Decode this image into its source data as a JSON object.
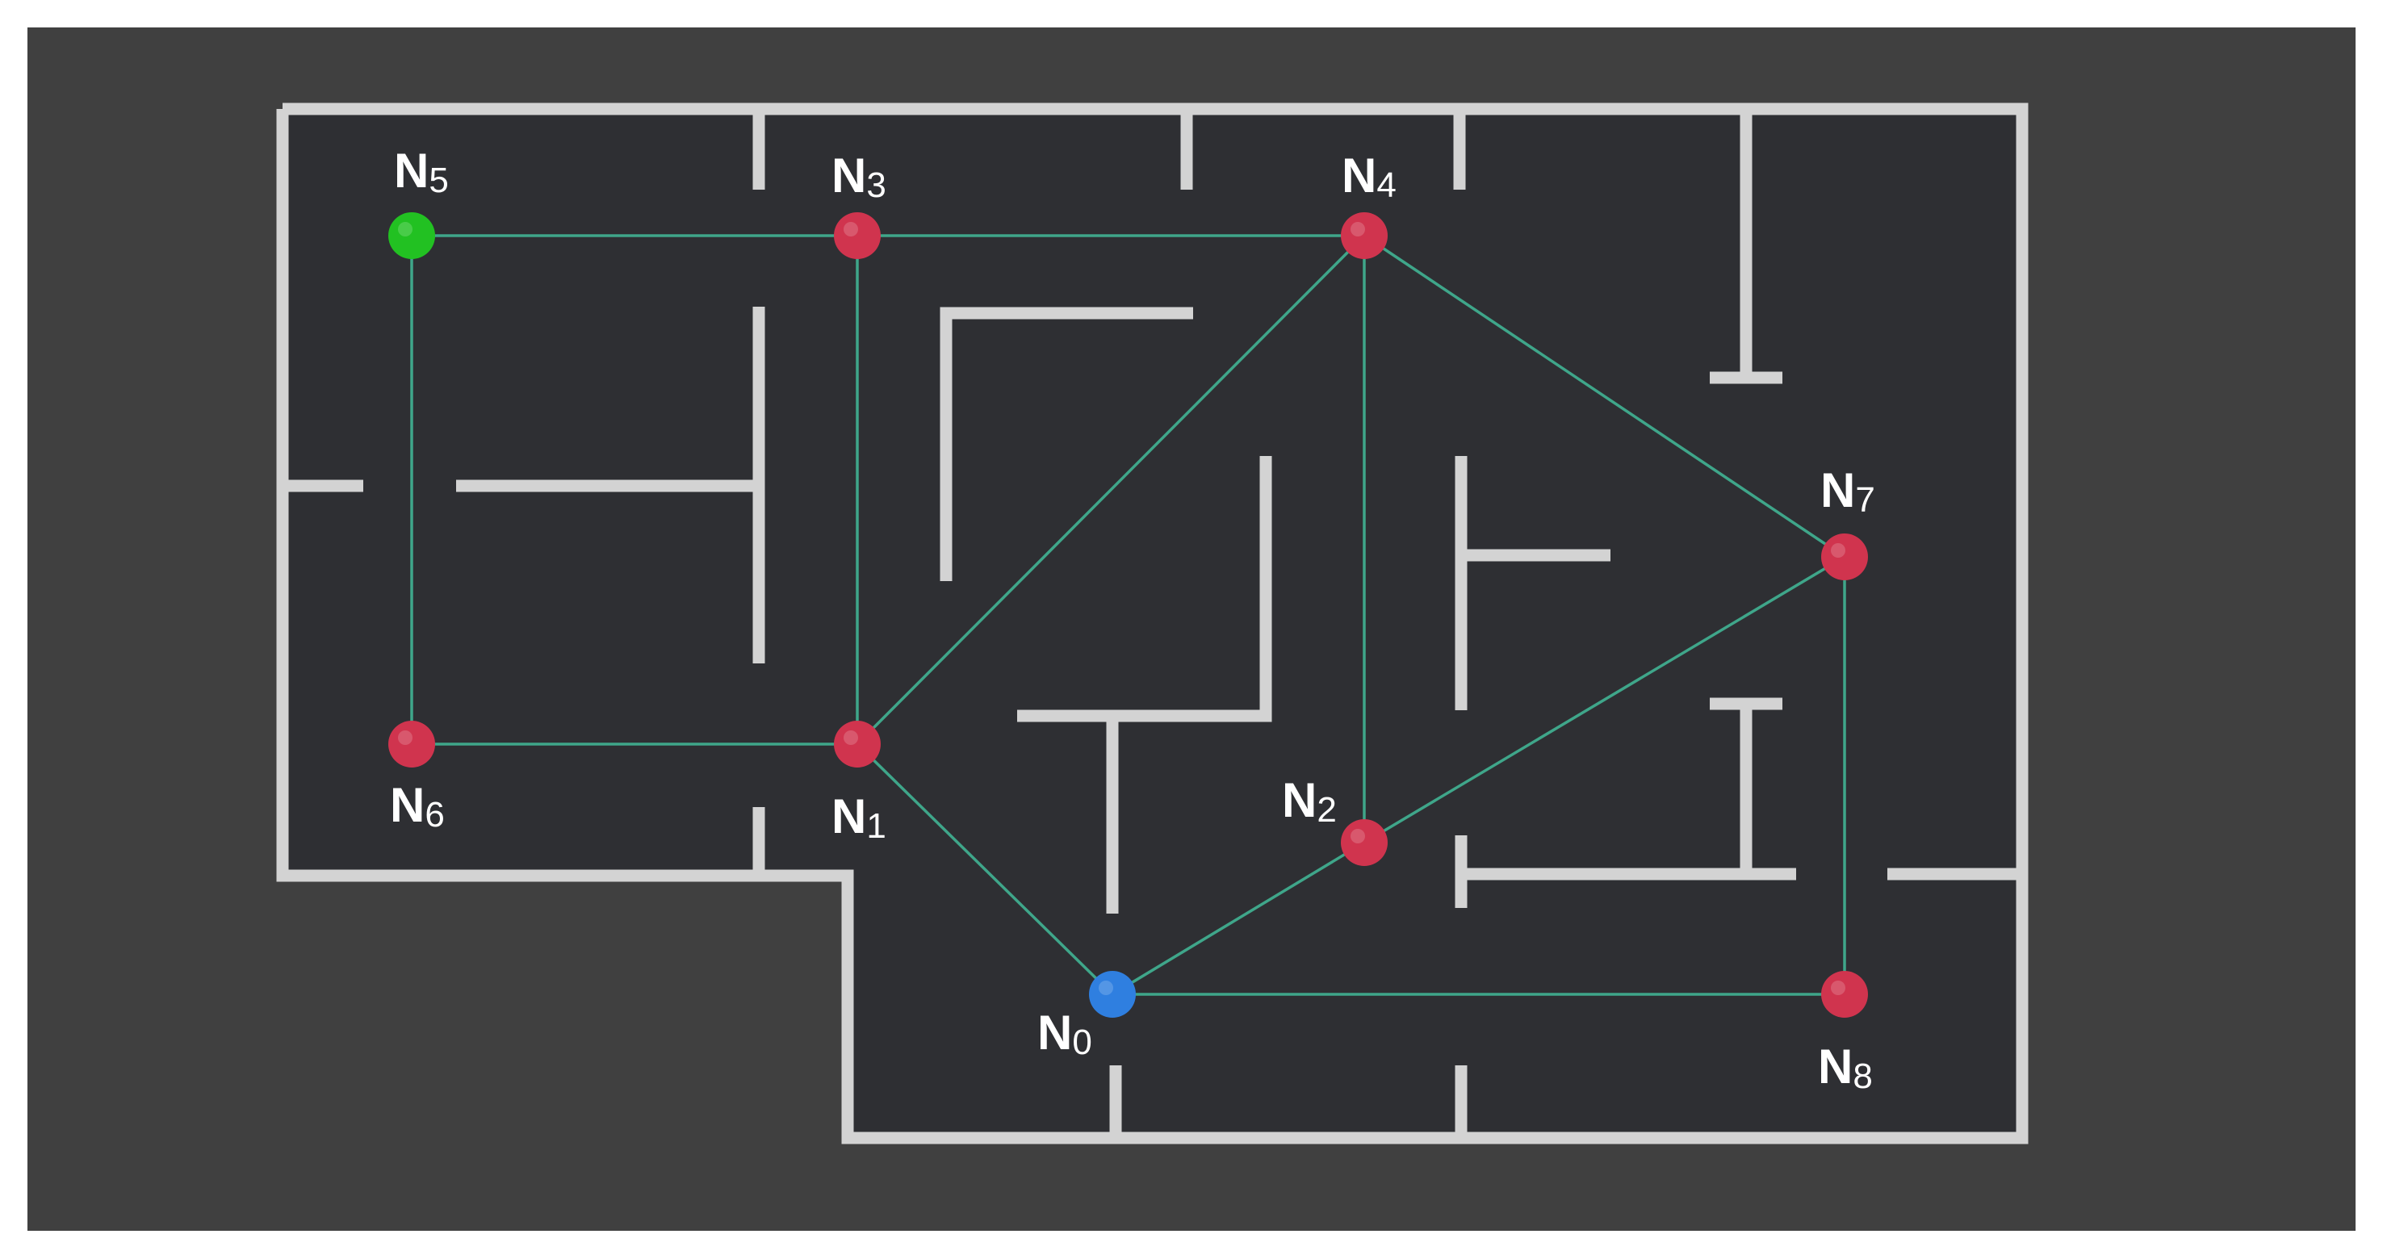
{
  "colors": {
    "page_background": "#ffffff",
    "outer_panel": "#404040",
    "floor": "#2e2f33",
    "wall": "#d3d3d3",
    "edge": "#3fa68a",
    "node_default": "#d0344e",
    "node_start": "#2f7fe0",
    "node_goal": "#22c122",
    "label": "#ffffff"
  },
  "nodes": [
    {
      "id": "n0",
      "label_main": "N",
      "label_sub": "0",
      "role": "start"
    },
    {
      "id": "n1",
      "label_main": "N",
      "label_sub": "1",
      "role": "waypoint"
    },
    {
      "id": "n2",
      "label_main": "N",
      "label_sub": "2",
      "role": "waypoint"
    },
    {
      "id": "n3",
      "label_main": "N",
      "label_sub": "3",
      "role": "waypoint"
    },
    {
      "id": "n4",
      "label_main": "N",
      "label_sub": "4",
      "role": "waypoint"
    },
    {
      "id": "n5",
      "label_main": "N",
      "label_sub": "5",
      "role": "goal"
    },
    {
      "id": "n6",
      "label_main": "N",
      "label_sub": "6",
      "role": "waypoint"
    },
    {
      "id": "n7",
      "label_main": "N",
      "label_sub": "7",
      "role": "waypoint"
    },
    {
      "id": "n8",
      "label_main": "N",
      "label_sub": "8",
      "role": "waypoint"
    }
  ],
  "edges": [
    [
      "n5",
      "n3"
    ],
    [
      "n3",
      "n4"
    ],
    [
      "n5",
      "n6"
    ],
    [
      "n6",
      "n1"
    ],
    [
      "n3",
      "n1"
    ],
    [
      "n1",
      "n4"
    ],
    [
      "n1",
      "n0"
    ],
    [
      "n0",
      "n2"
    ],
    [
      "n2",
      "n4"
    ],
    [
      "n2",
      "n7"
    ],
    [
      "n4",
      "n7"
    ],
    [
      "n7",
      "n8"
    ],
    [
      "n0",
      "n8"
    ]
  ]
}
